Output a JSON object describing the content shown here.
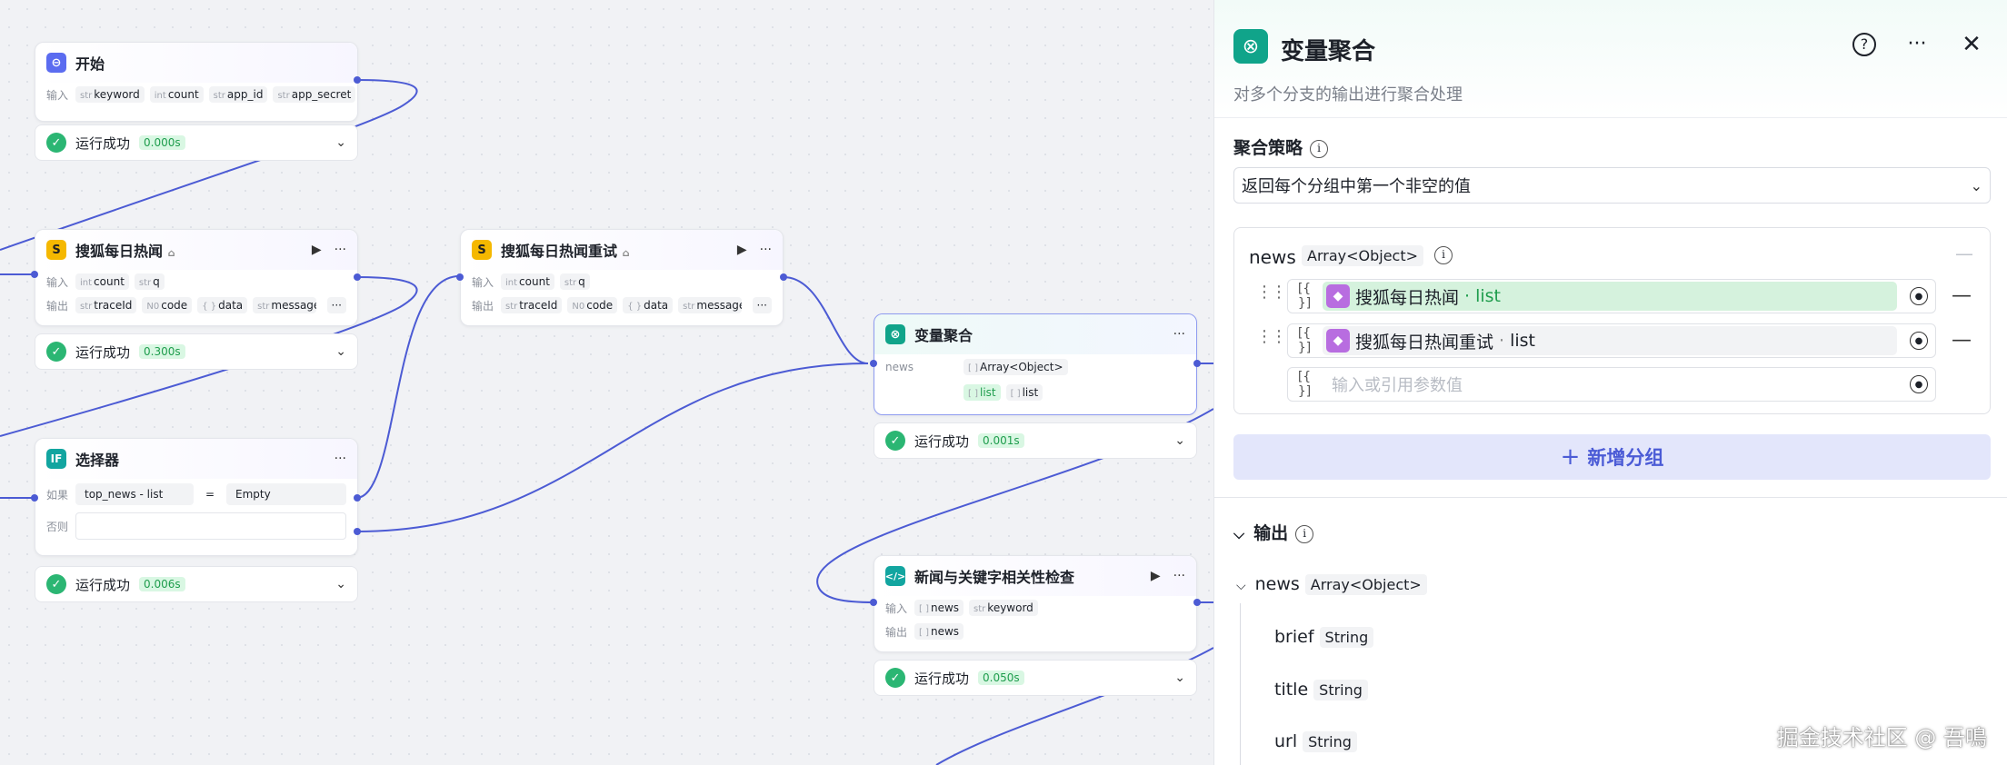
{
  "nodes": {
    "start": {
      "title": "开始",
      "input_label": "输入",
      "params": [
        [
          "str",
          "keyword"
        ],
        [
          "int",
          "count"
        ],
        [
          "str",
          "app_id"
        ],
        [
          "str",
          "app_secret"
        ]
      ],
      "status": "运行成功",
      "time": "0.000s"
    },
    "sohu1": {
      "title": "搜狐每日热闻",
      "input_label": "输入",
      "output_label": "输出",
      "inputs": [
        [
          "int",
          "count"
        ],
        [
          "str",
          "q"
        ]
      ],
      "outputs": [
        [
          "str",
          "traceId"
        ],
        [
          "N0",
          "code"
        ],
        [
          "{ }",
          "data"
        ],
        [
          "str",
          "message"
        ]
      ],
      "more": "···",
      "status": "运行成功",
      "time": "0.300s"
    },
    "sohu2": {
      "title": "搜狐每日热闻重试",
      "input_label": "输入",
      "output_label": "输出",
      "inputs": [
        [
          "int",
          "count"
        ],
        [
          "str",
          "q"
        ]
      ],
      "outputs": [
        [
          "str",
          "traceId"
        ],
        [
          "N0",
          "code"
        ],
        [
          "{ }",
          "data"
        ],
        [
          "str",
          "message"
        ]
      ],
      "more": "···"
    },
    "selector": {
      "title": "选择器",
      "if_label": "如果",
      "else_label": "否则",
      "cond_left": "top_news - list",
      "cond_op": "=",
      "cond_right": "Empty",
      "status": "运行成功",
      "time": "0.006s"
    },
    "aggregate": {
      "title": "变量聚合",
      "field": "news",
      "type": "Array<Object>",
      "list1": "list",
      "list2": "list",
      "status": "运行成功",
      "time": "0.001s"
    },
    "check": {
      "title": "新闻与关键字相关性检查",
      "input_label": "输入",
      "output_label": "输出",
      "inputs": [
        [
          "[ ]",
          "news"
        ],
        [
          "str",
          "keyword"
        ]
      ],
      "outputs": [
        [
          "[ ]",
          "news"
        ]
      ],
      "status": "运行成功",
      "time": "0.050s"
    }
  },
  "panel": {
    "title": "变量聚合",
    "description": "对多个分支的输出进行聚合处理",
    "strategy_label": "聚合策略",
    "strategy_value": "返回每个分组中第一个非空的值",
    "group": {
      "name": "news",
      "type": "Array<Object>",
      "rows": [
        {
          "node": "搜狐每日热闻",
          "field": "list"
        },
        {
          "node": "搜狐每日热闻重试",
          "field": "list"
        }
      ],
      "placeholder": "输入或引用参数值",
      "bracket": "[{ }]"
    },
    "add_group": "新增分组",
    "output_label": "输出",
    "output": {
      "name": "news",
      "type": "Array<Object>",
      "children": [
        {
          "name": "brief",
          "type": "String"
        },
        {
          "name": "title",
          "type": "String"
        },
        {
          "name": "url",
          "type": "String"
        }
      ]
    }
  },
  "watermark": "掘金技术社区 @ 吾鳴",
  "colors": {
    "accent": "#4c5bd4",
    "success": "#2bb673",
    "panel_icon": "#10a48a",
    "plugin_icon": "#f5b800"
  }
}
